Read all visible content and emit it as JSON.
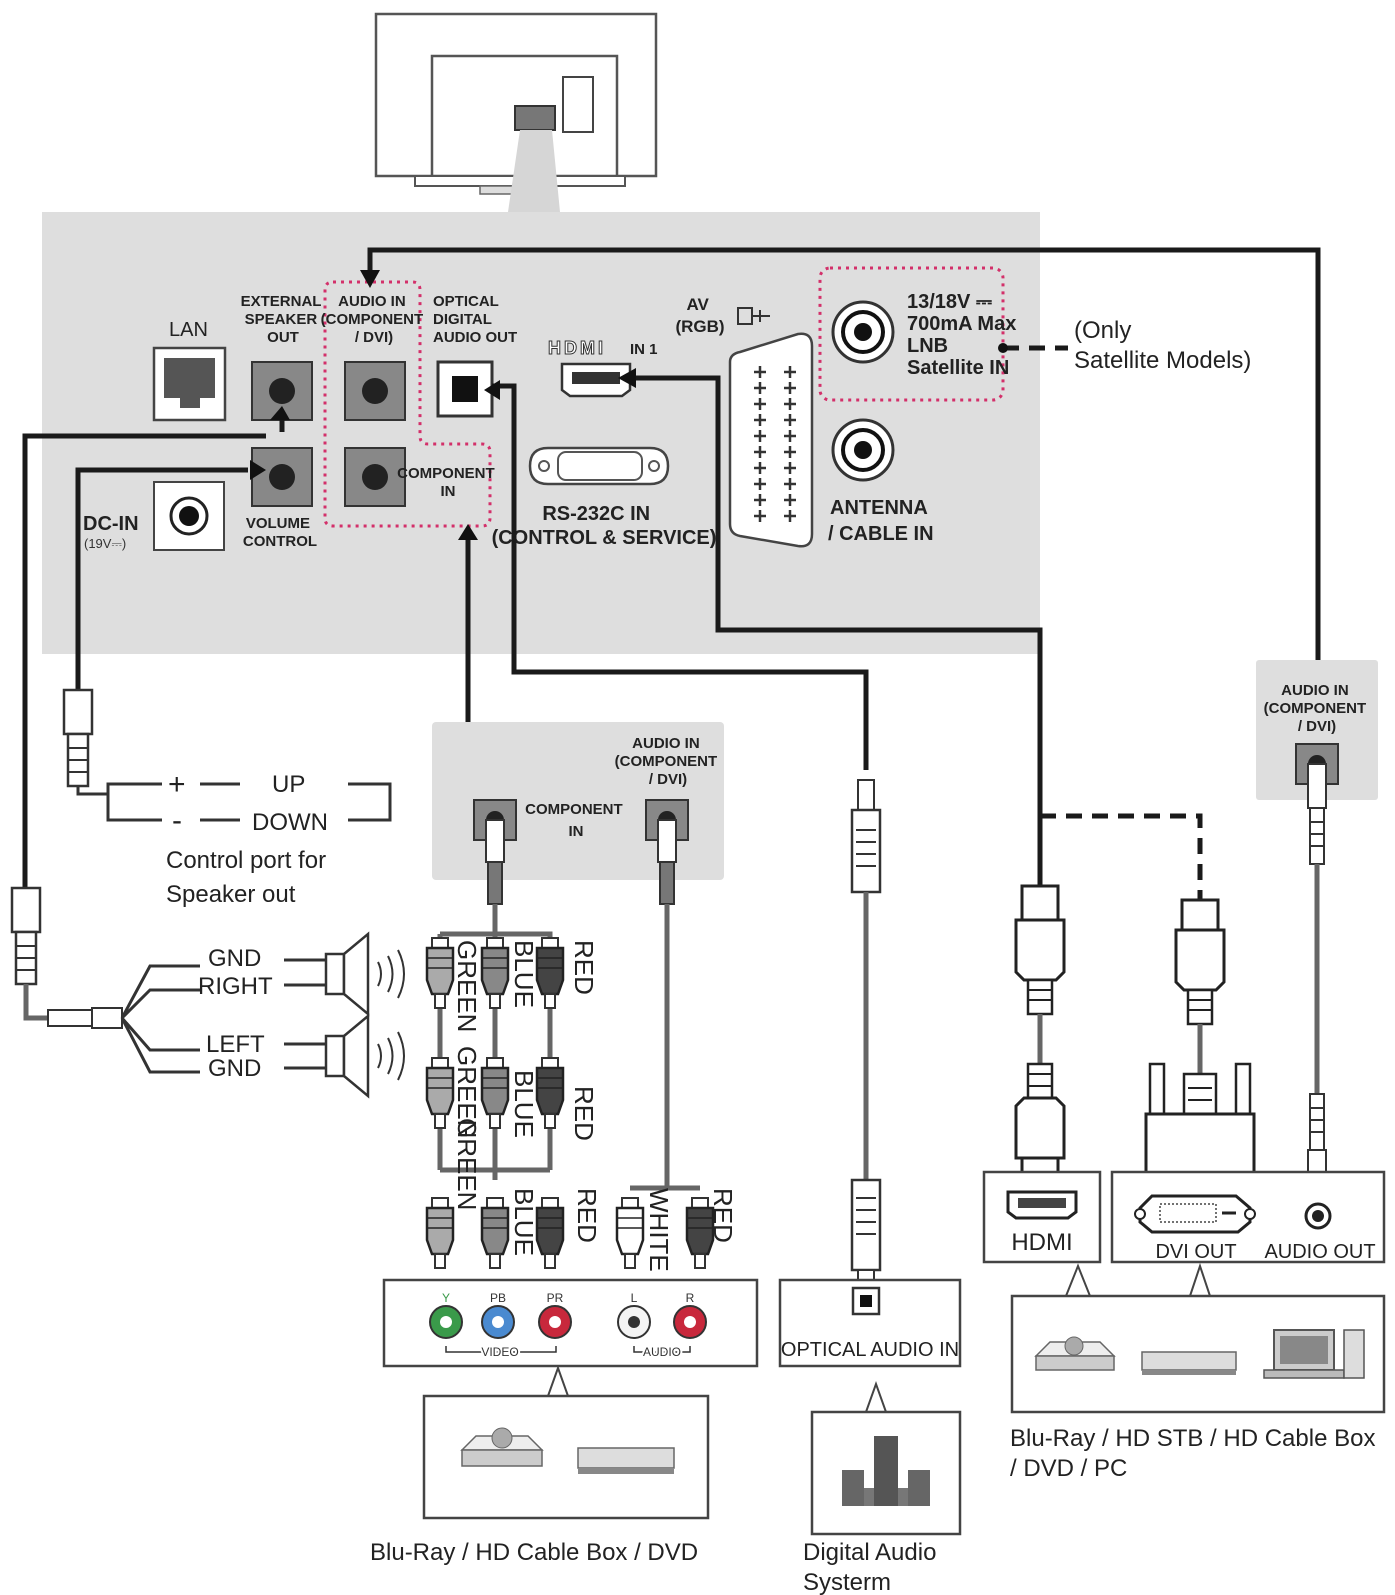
{
  "tv_panel": {
    "lan": "LAN",
    "external_speaker_out": [
      "EXTERNAL",
      "SPEAKER",
      "OUT"
    ],
    "audio_in_component_dvi": [
      "AUDIO IN",
      "(COMPONENT",
      "/ DVI)"
    ],
    "optical_digital_audio_out": [
      "OPTICAL",
      "DIGITAL",
      "AUDIO OUT"
    ],
    "hdmi_in": "IN 1",
    "hdmi_logo": "HDMI",
    "av_rgb": [
      "AV",
      "(RGB)"
    ],
    "satellite": [
      "13/18V ⎓",
      "700mA Max",
      "LNB",
      "Satellite IN"
    ],
    "only_satellite": [
      "(Only",
      "Satellite Models)"
    ],
    "component_in": [
      "COMPONENT",
      "IN"
    ],
    "rs232c": [
      "RS-232C IN",
      "(CONTROL & SERVICE)"
    ],
    "antenna": [
      "ANTENNA",
      "/ CABLE IN"
    ],
    "dc_in": "DC-IN",
    "dc_in_sub": "(19V⎓)",
    "volume_control": [
      "VOLUME",
      "CONTROL"
    ]
  },
  "speaker_control": {
    "up": "UP",
    "down": "DOWN",
    "plus": "+",
    "minus": "-",
    "caption": [
      "Control port for",
      "Speaker out"
    ]
  },
  "speakers": {
    "gnd1": "GND",
    "right": "RIGHT",
    "left": "LEFT",
    "gnd2": "GND"
  },
  "adapter_box": {
    "component_in": [
      "COMPONENT",
      "IN"
    ],
    "audio_in": [
      "AUDIO IN",
      "(COMPONENT",
      "/ DVI)"
    ]
  },
  "rca_labels": {
    "row1": [
      "GREEN",
      "BLUE",
      "RED"
    ],
    "row2": [
      "GREEN",
      "GREEN",
      "BLUE",
      "RED"
    ],
    "row3": [
      "GREEN",
      "BLUE",
      "RED",
      "WHITE",
      "RED"
    ]
  },
  "av_device": {
    "y": "Y",
    "pb": "PB",
    "pr": "PR",
    "l": "L",
    "r": "R",
    "video": "VIDEO",
    "audio": "AUDIO"
  },
  "optical_in": "OPTICAL AUDIO IN",
  "right_audio_in": [
    "AUDIO IN",
    "(COMPONENT",
    "/ DVI)"
  ],
  "hdmi_device": "HDMI",
  "dvi_out": "DVI OUT",
  "audio_out": "AUDIO OUT",
  "captions": {
    "bluray_component": "Blu-Ray / HD Cable Box / DVD",
    "digital_audio": [
      "Digital Audio",
      "Systerm"
    ],
    "bluray_hdmi": [
      "Blu-Ray / HD STB / HD Cable Box",
      "/ DVD / PC"
    ]
  }
}
